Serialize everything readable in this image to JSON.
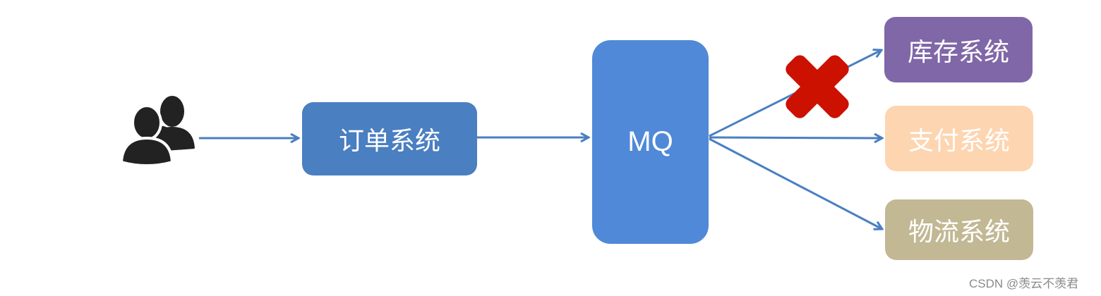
{
  "diagram": {
    "users_icon": "users-icon",
    "nodes": {
      "order_system": "订单系统",
      "mq": "MQ",
      "inventory_system": "库存系统",
      "payment_system": "支付系统",
      "logistics_system": "物流系统"
    },
    "edges": [
      {
        "from": "users",
        "to": "order_system"
      },
      {
        "from": "order_system",
        "to": "mq"
      },
      {
        "from": "mq",
        "to": "inventory_system",
        "status": "failed"
      },
      {
        "from": "mq",
        "to": "payment_system"
      },
      {
        "from": "mq",
        "to": "logistics_system"
      }
    ],
    "failure_marker": "red-x-icon",
    "colors": {
      "arrow": "#4a7fc1",
      "order_system": "#4a7fc1",
      "mq": "#5089d8",
      "inventory_system": "#8067a7",
      "payment_system": "#fdd5b1",
      "logistics_system": "#c2b894",
      "failure": "#cc1100"
    }
  },
  "watermark": "CSDN @羡云不羡君"
}
